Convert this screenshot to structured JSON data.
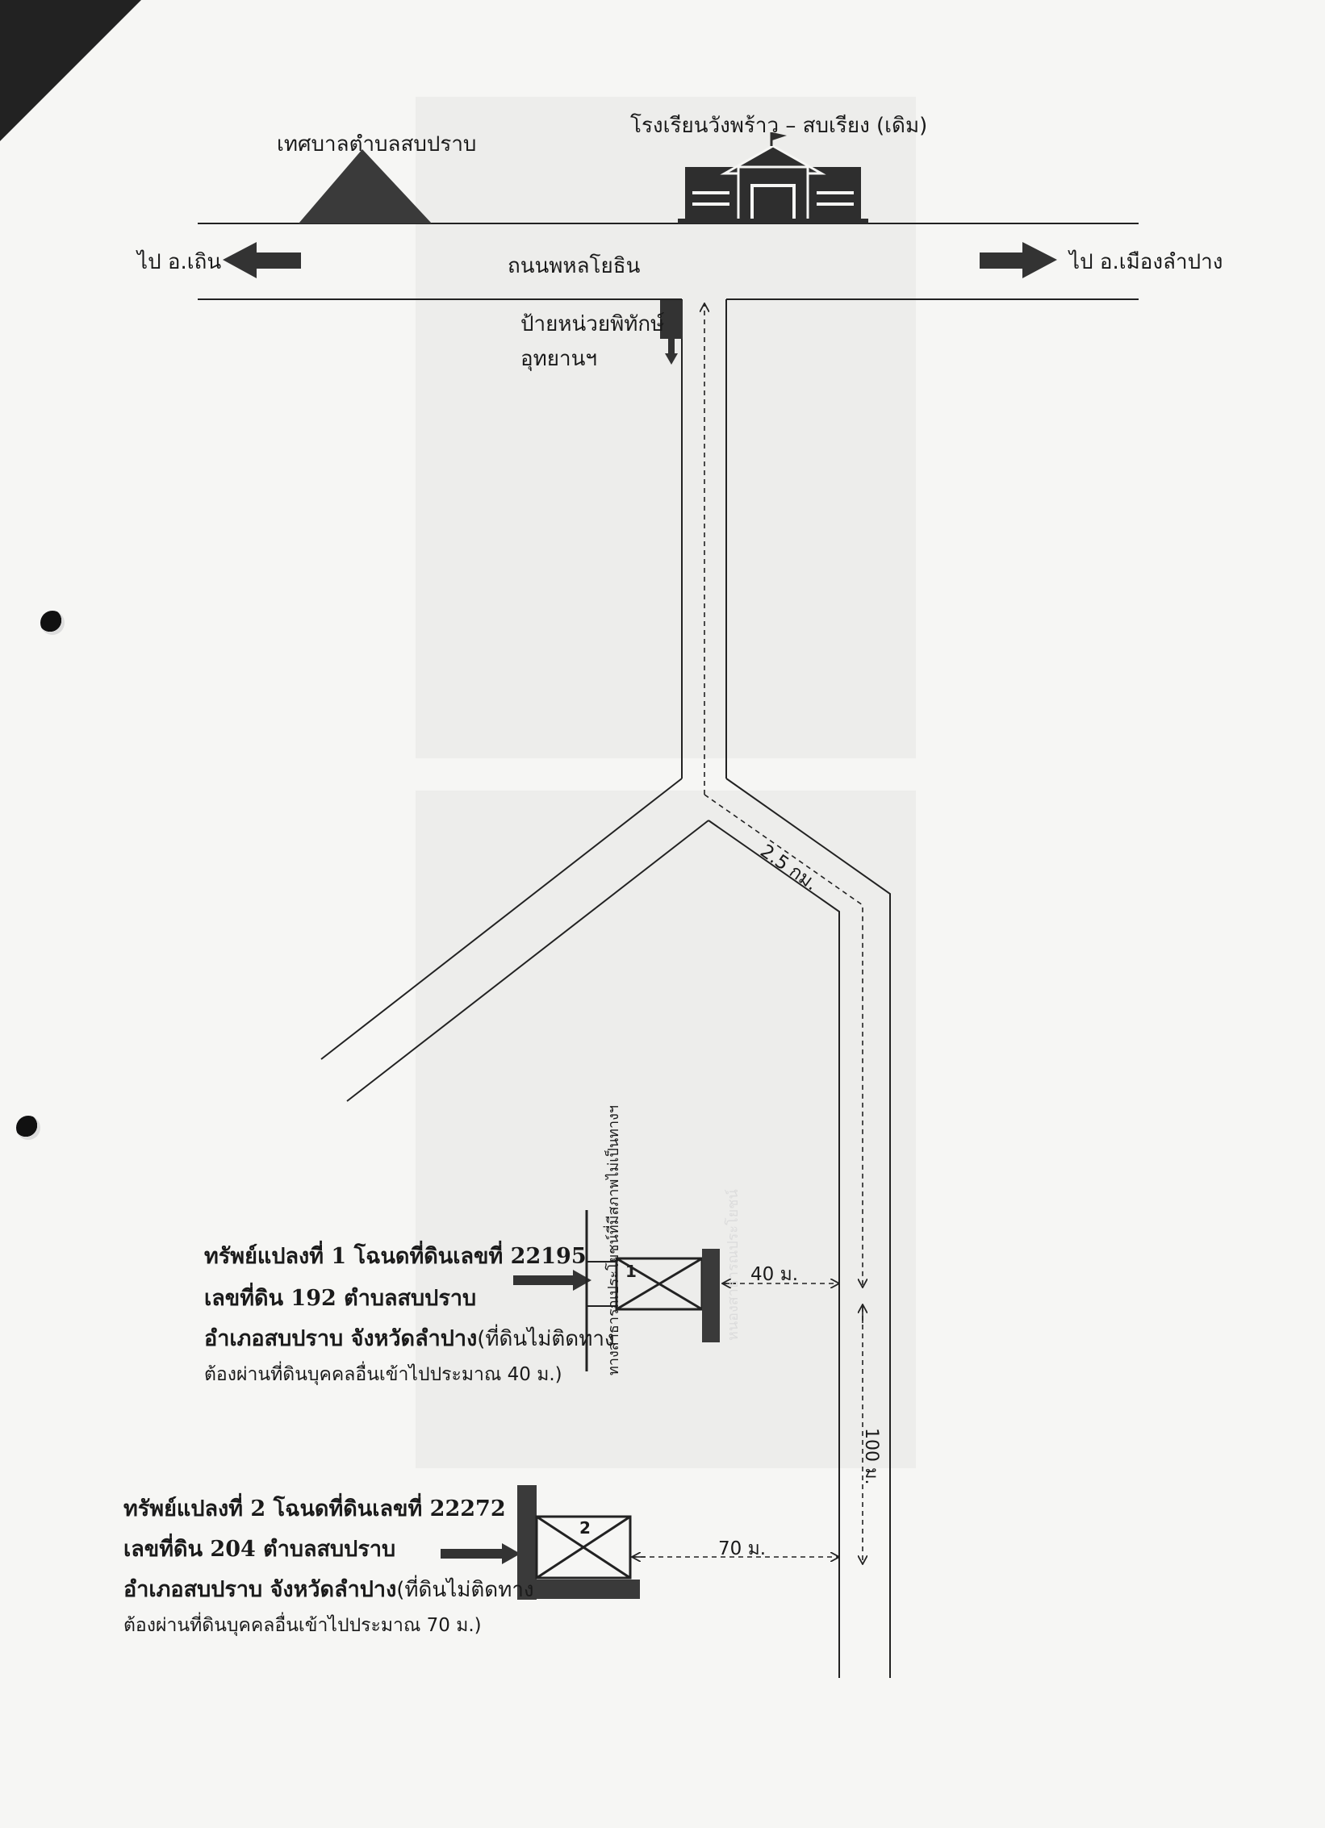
{
  "labels": {
    "municipality": "เทศบาลตำบลสบปราบ",
    "school": "โรงเรียนวังพร้าว – สบเรียง (เดิม)",
    "to_thoen": "ไป อ.เถิน",
    "road_name": "ถนนพหลโยธิน",
    "to_lampang": "ไป อ.เมืองลำปาง",
    "sign_line1": "ป้ายหน่วยพิทักษ์",
    "sign_line2": "อุทยานฯ",
    "distance_road": "2.5 กม.",
    "distance_40": "40 ม.",
    "distance_70": "70 ม.",
    "distance_100": "100 ม.",
    "parcel1_number": "1",
    "parcel2_number": "2",
    "parcel1_west_side": "ทางสาธารณประโยชน์ที่มีสภาพไม่เป็นทางฯ",
    "parcel1_east_side": "หนองสาธารณประโยชน์"
  },
  "parcel1": {
    "line1": "ทรัพย์แปลงที่ 1 โฉนดที่ดินเลขที่  22195",
    "line2": "เลขที่ดิน  192  ตำบลสบปราบ",
    "line3_bold": "อำเภอสบปราบ  จังหวัดลำปาง",
    "line3_rest": "(ที่ดินไม่ติดทาง",
    "line4": "ต้องผ่านที่ดินบุคคลอื่นเข้าไปประมาณ 40 ม.)"
  },
  "parcel2": {
    "line1": "ทรัพย์แปลงที่ 2 โฉนดที่ดินเลขที่  22272",
    "line2": "เลขที่ดิน  204  ตำบลสบปราบ",
    "line3_bold": "อำเภอสบปราบ  จังหวัดลำปาง",
    "line3_rest": "(ที่ดินไม่ติดทาง",
    "line4": "ต้องผ่านที่ดินบุคคลอื่นเข้าไปประมาณ 70 ม.)"
  }
}
